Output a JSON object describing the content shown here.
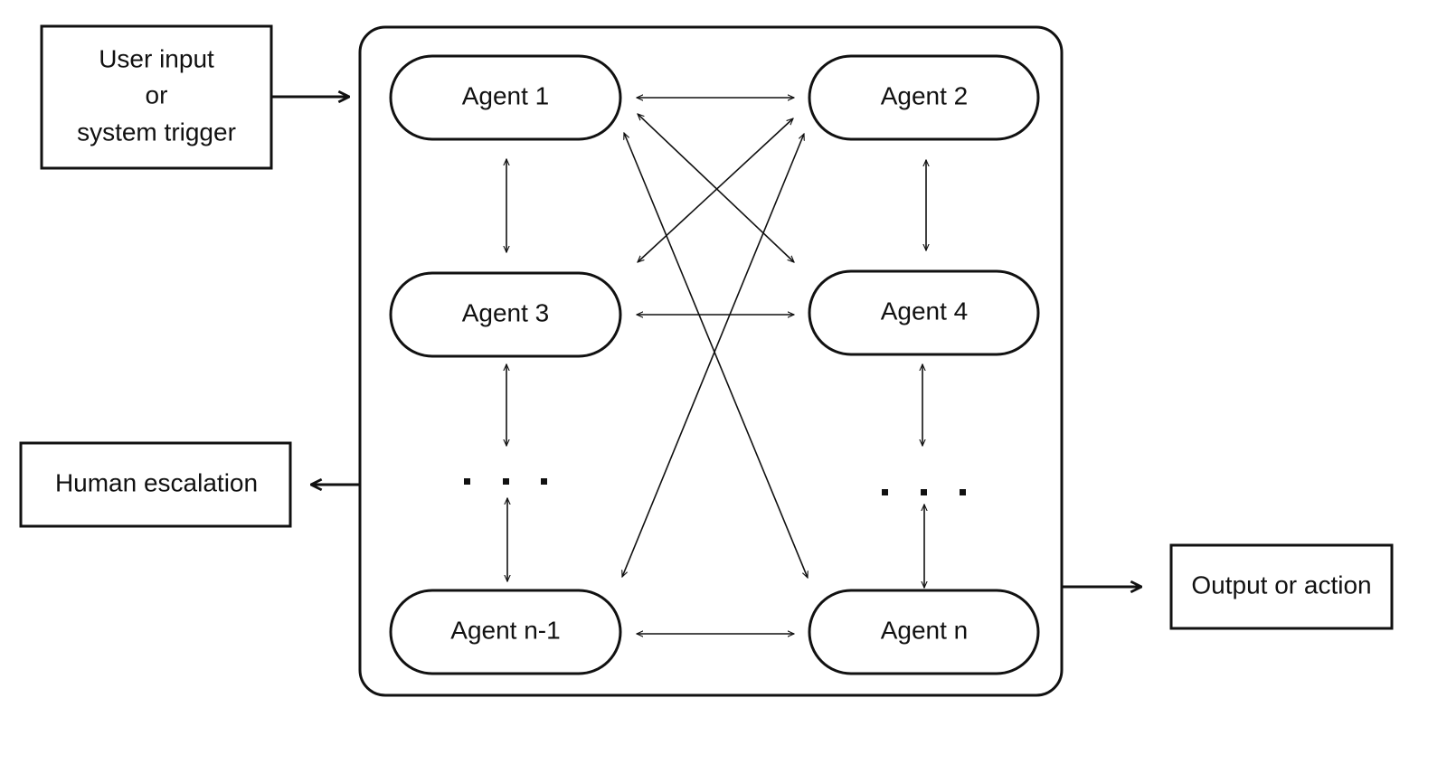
{
  "inputs": {
    "trigger_line1": "User input",
    "trigger_line2": "or",
    "trigger_line3": "system trigger"
  },
  "agents": {
    "agent_1": "Agent 1",
    "agent_2": "Agent 2",
    "agent_3": "Agent 3",
    "agent_4": "Agent 4",
    "agent_n_minus_1": "Agent n-1",
    "agent_n": "Agent n"
  },
  "outputs": {
    "human_escalation": "Human escalation",
    "output_or_action": "Output or action"
  },
  "colors": {
    "stroke": "#111111",
    "background": "#ffffff"
  }
}
